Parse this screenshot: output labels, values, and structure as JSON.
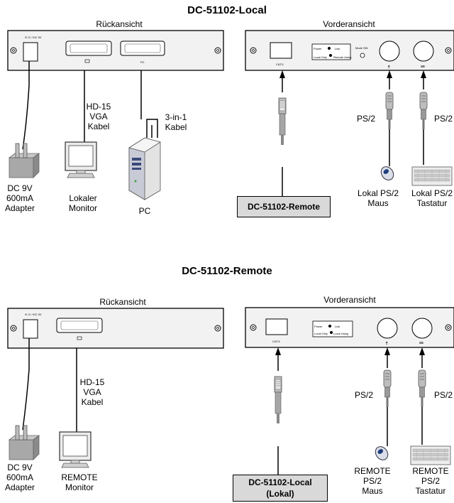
{
  "local": {
    "title": "DC-51102-Local",
    "rear_heading": "Rückansicht",
    "front_heading": "Vorderansicht",
    "dc_label": "⊖-⊙-+DC 9V",
    "pc_port_label": "PC",
    "cat5_label": "CAT.5",
    "led_labels": [
      "Power",
      "Link",
      "Local Only",
      "Remote Using"
    ],
    "mode_sw_label": "Mode SW",
    "cable_vga": [
      "HD-15",
      "VGA",
      "Kabel"
    ],
    "cable_3in1": [
      "3-in-1",
      "Kabel"
    ],
    "adapter": [
      "DC 9V",
      "600mA",
      "Adapter"
    ],
    "monitor": [
      "Lokaler",
      "Monitor"
    ],
    "pc": "PC",
    "ps2_left": "PS/2",
    "ps2_right": "PS/2",
    "mouse": [
      "Lokal PS/2",
      "Maus"
    ],
    "keyboard": [
      "Lokal PS/2",
      "Tastatur"
    ],
    "remote_box": "DC-51102-Remote"
  },
  "remote": {
    "title": "DC-51102-Remote",
    "rear_heading": "Rückansicht",
    "front_heading": "Vorderansicht",
    "dc_label": "⊖-⊙-+DC 9V",
    "cat5_label": "CAT.5",
    "led_labels": [
      "Power",
      "Link",
      "Local Only",
      "Local Using"
    ],
    "cable_vga": [
      "HD-15",
      "VGA",
      "Kabel"
    ],
    "adapter": [
      "DC 9V",
      "600mA",
      "Adapter"
    ],
    "monitor": [
      "REMOTE",
      "Monitor"
    ],
    "ps2_left": "PS/2",
    "ps2_right": "PS/2",
    "mouse": [
      "REMOTE",
      "PS/2",
      "Maus"
    ],
    "keyboard": [
      "REMOTE",
      "PS/2",
      "Tastatur"
    ],
    "local_box": [
      "DC-51102-Local",
      "(Lokal)"
    ]
  },
  "colors": {
    "panel": "#f2f2f2",
    "box": "#d9d9d9",
    "cable": "#000000",
    "adapter": "#a8a8a8"
  }
}
